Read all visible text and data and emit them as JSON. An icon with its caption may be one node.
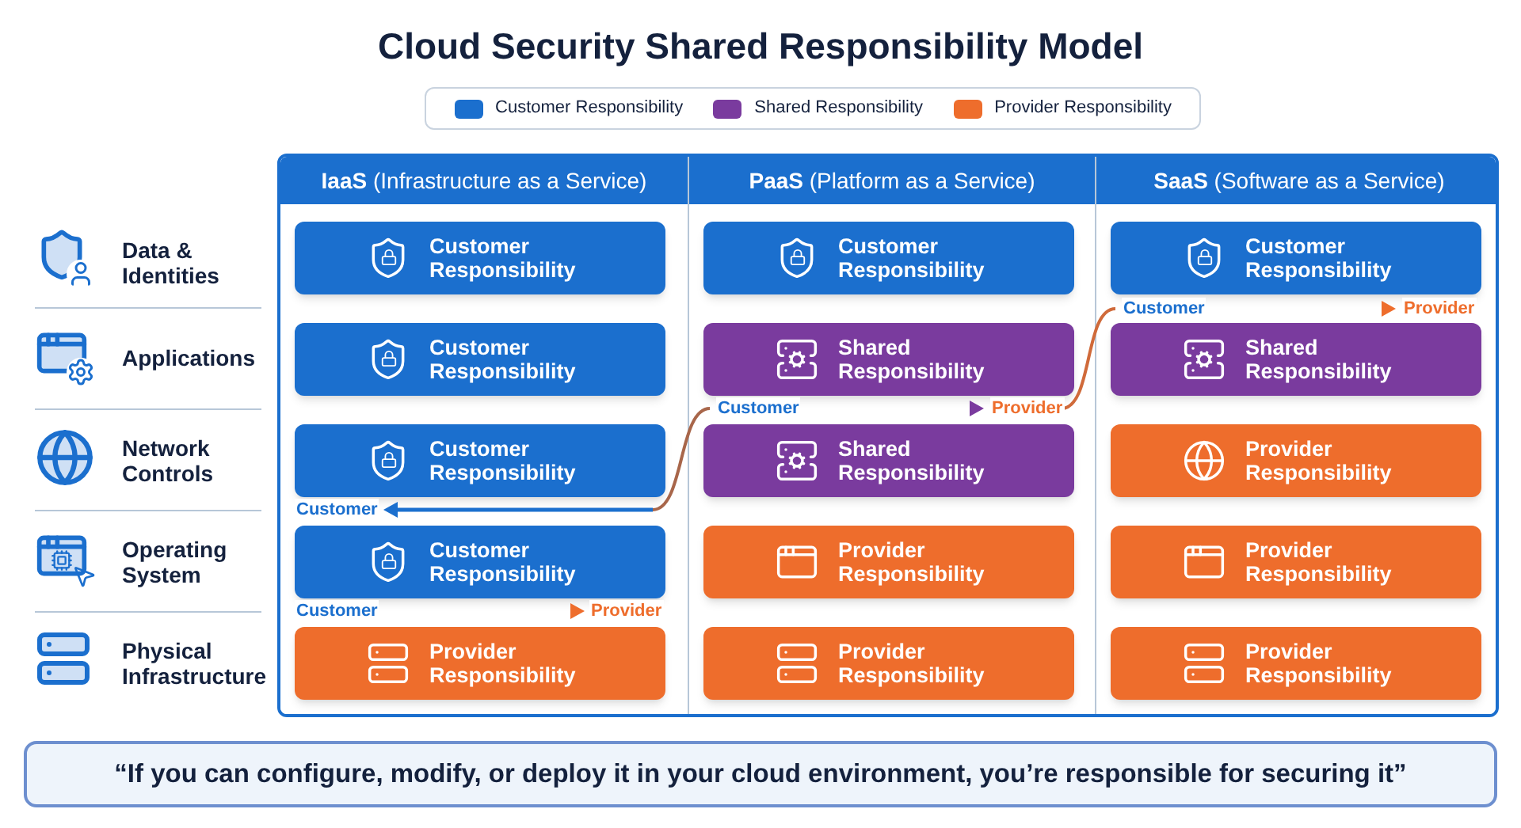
{
  "diagram": {
    "title": "Cloud Security Shared Responsibility Model",
    "legend": [
      {
        "text": "Customer Responsibility",
        "color": "#1b6fce"
      },
      {
        "text": "Shared Responsibility",
        "color": "#7a3b9e"
      },
      {
        "text": "Provider Responsibility",
        "color": "#ee6d2c"
      }
    ],
    "nodes": [
      {
        "text": [
          "**IaaS** (Infrastructure as a Service)"
        ]
      },
      {
        "text": [
          "Customer Responsibility"
        ],
        "in": 0
      },
      {
        "text": [
          "Customer Responsibility"
        ],
        "in": 0
      },
      {
        "text": [
          "Customer Responsibility"
        ],
        "in": 0
      },
      {
        "text": [
          "Customer Responsibility"
        ],
        "in": 0
      },
      {
        "text": [
          "Provider Responsibility"
        ],
        "in": 0
      },
      {
        "text": [
          "**PaaS** (Platform as a Service)"
        ]
      },
      {
        "text": [
          "Customer Responsibility"
        ],
        "in": 6
      },
      {
        "text": [
          "Shared Responsibility"
        ],
        "in": 6
      },
      {
        "text": [
          "Shared Responsibility"
        ],
        "in": 6
      },
      {
        "text": [
          "Provider Responsibility"
        ],
        "in": 6
      },
      {
        "text": [
          "Provider Responsibility"
        ],
        "in": 6
      },
      {
        "text": [
          "**SaaS** (Software as a Service)"
        ]
      },
      {
        "text": [
          "Customer Responsibility"
        ],
        "in": 12
      },
      {
        "text": [
          "Shared Responsibility"
        ],
        "in": 12
      },
      {
        "text": [
          "Provider Responsibility"
        ],
        "in": 12
      },
      {
        "text": [
          "Provider Responsibility"
        ],
        "in": 12
      },
      {
        "text": [
          "Provider Responsibility"
        ],
        "in": 12
      },
      {
        "text": [
          "“If you can configure, modify, or deploy it in your cloud environment, you’re responsible for securing it”"
        ]
      }
    ],
    "labels": [
      "Data & Identities",
      "Applications",
      "Network Controls",
      "Operating System",
      "Physical Infrastructure",
      "Customer",
      "Provider",
      "Customer",
      "Provider",
      "Customer",
      "Customer",
      "Provider"
    ]
  }
}
